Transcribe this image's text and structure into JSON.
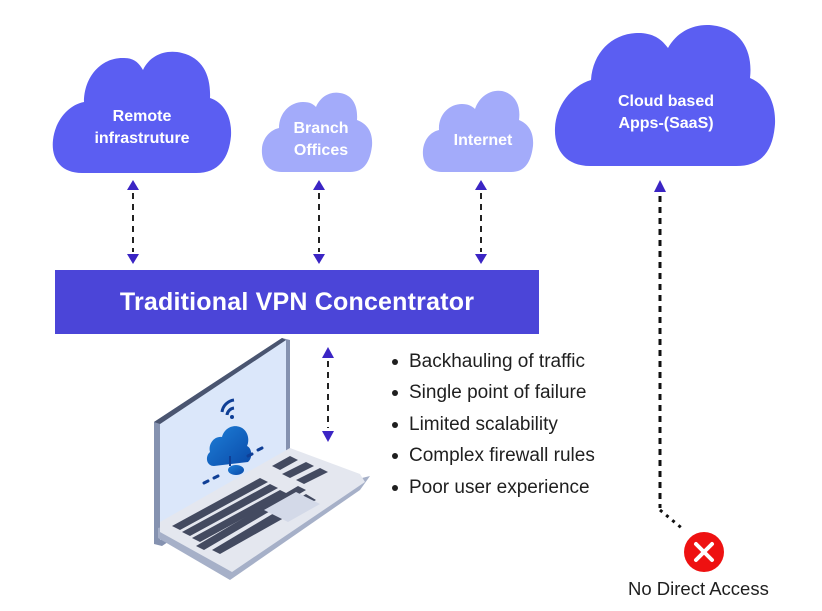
{
  "diagram": {
    "title": "Traditional VPN Concentrator",
    "clouds": [
      {
        "id": "remote",
        "label_lines": [
          "Remote",
          "infrastruture"
        ],
        "color": "#5b5ef2"
      },
      {
        "id": "branch",
        "label_lines": [
          "Branch",
          "Offices"
        ],
        "color": "#a3abfa"
      },
      {
        "id": "internet",
        "label_lines": [
          "Internet"
        ],
        "color": "#a3abfa"
      },
      {
        "id": "saas",
        "label_lines": [
          "Cloud based",
          "Apps-(SaaS)"
        ],
        "color": "#5b5ef2"
      }
    ],
    "concentrator": {
      "label": "Traditional VPN Concentrator",
      "color": "#4b45d8"
    },
    "issues": [
      "Backhauling of traffic",
      "Single point of failure",
      "Limited scalability",
      "Complex firewall rules",
      "Poor user experience"
    ],
    "blocked": {
      "label": "No Direct Access",
      "icon": "x-circle-icon",
      "color": "#ee1111"
    },
    "connections": [
      {
        "from": "remote",
        "to": "concentrator",
        "style": "dashed",
        "direction": "bidirectional"
      },
      {
        "from": "branch",
        "to": "concentrator",
        "style": "dashed",
        "direction": "bidirectional"
      },
      {
        "from": "internet",
        "to": "concentrator",
        "style": "dashed",
        "direction": "bidirectional"
      },
      {
        "from": "laptop",
        "to": "concentrator",
        "style": "dashed",
        "direction": "bidirectional"
      },
      {
        "from": "laptop",
        "to": "saas",
        "style": "dotted",
        "direction": "blocked"
      }
    ],
    "arrow_color": "#3b25c4",
    "device": "laptop-with-cloud-icon"
  }
}
